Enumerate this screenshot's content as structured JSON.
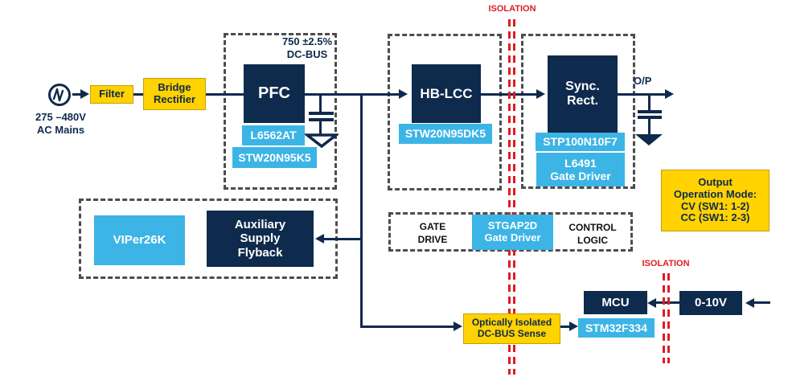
{
  "colors": {
    "navy": "#0e2a4d",
    "light_blue": "#3cb4e5",
    "yellow": "#ffd200",
    "red": "#e01b24",
    "dash_gray": "#4d4d4d"
  },
  "ac_source": {
    "range": "275 –480V",
    "label": "AC Mains"
  },
  "input": {
    "filter": "Filter",
    "bridge_rectifier": "Bridge Rectifier"
  },
  "pfc": {
    "bus_spec": "750 ±2.5%",
    "bus_name": "DC-BUS",
    "block": "PFC",
    "controller": "L6562AT",
    "mosfet": "STW20N95K5"
  },
  "llc": {
    "block": "HB-LCC",
    "mosfet": "STW20N95DK5"
  },
  "sync_rect": {
    "block_l1": "Sync.",
    "block_l2": "Rect.",
    "mosfet": "STP100N10F7",
    "driver_l1": "L6491",
    "driver_l2": "Gate Driver"
  },
  "isolation": {
    "label": "ISOLATION"
  },
  "output": {
    "label": "O/P",
    "mode_l1": "Output",
    "mode_l2": "Operation Mode:",
    "mode_l3": "CV (SW1: 1-2)",
    "mode_l4": "CC (SW1: 2-3)"
  },
  "aux": {
    "ic": "VIPer26K",
    "block": "Auxiliary Supply Flyback"
  },
  "gate": {
    "gate_drive": "GATE DRIVE",
    "driver_l1": "STGAP2D",
    "driver_l2": "Gate Driver",
    "control_logic": "CONTROL LOGIC"
  },
  "sense": {
    "label": "Optically Isolated DC-BUS Sense"
  },
  "control": {
    "mcu": "MCU",
    "part": "STM32F334",
    "analog": "0-10V"
  }
}
